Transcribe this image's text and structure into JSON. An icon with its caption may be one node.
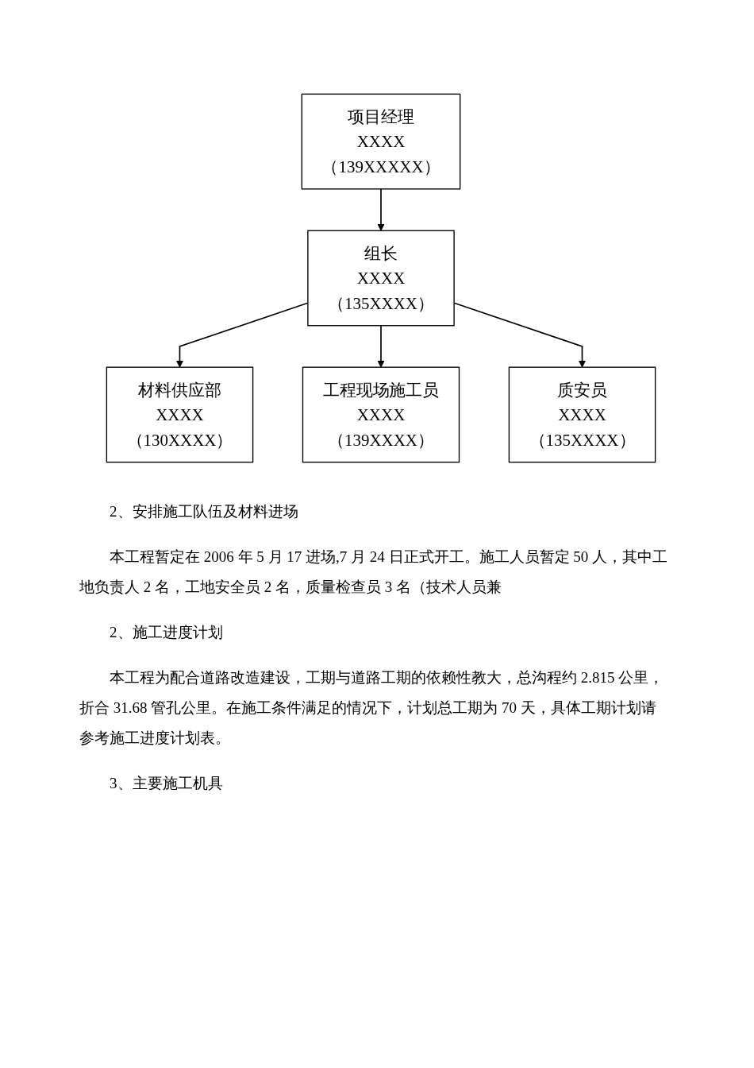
{
  "diagram": {
    "nodes": [
      {
        "text": [
          "项目经理",
          "XXXX",
          "（139XXXXX）"
        ]
      },
      {
        "text": [
          "组长",
          "XXXX",
          "（135XXXX）"
        ]
      },
      {
        "text": [
          "材料供应部",
          "XXXX",
          "（130XXXX）"
        ]
      },
      {
        "text": [
          "工程现场施工员",
          "XXXX",
          "（139XXXX）"
        ]
      },
      {
        "text": [
          "质安员",
          "XXXX",
          "（135XXXX）"
        ]
      }
    ],
    "edges": [
      {
        "from": 0,
        "to": 1,
        "arrow": "to"
      },
      {
        "from": 1,
        "to": 2,
        "arrow": "to"
      },
      {
        "from": 1,
        "to": 3,
        "arrow": "to"
      },
      {
        "from": 1,
        "to": 4,
        "arrow": "to"
      }
    ],
    "labels": [
      "2、安排施工队伍及材料进场",
      "本工程暂定在 2006 年 5 月 17 进场,7 月 24 日正式开工。施工人员暂定 50 人，其中工地负责人 2 名，工地安全员 2 名，质量检查员 3 名（技术人员兼",
      "2、施工进度计划",
      "本工程为配合道路改造建设，工期与道路工期的依赖性教大，总沟程约 2.815 公里，折合 31.68 管孔公里。在施工条件满足的情况下，计划总工期为 70 天，具体工期计划请参考施工进度计划表。",
      "3、主要施工机具"
    ]
  }
}
